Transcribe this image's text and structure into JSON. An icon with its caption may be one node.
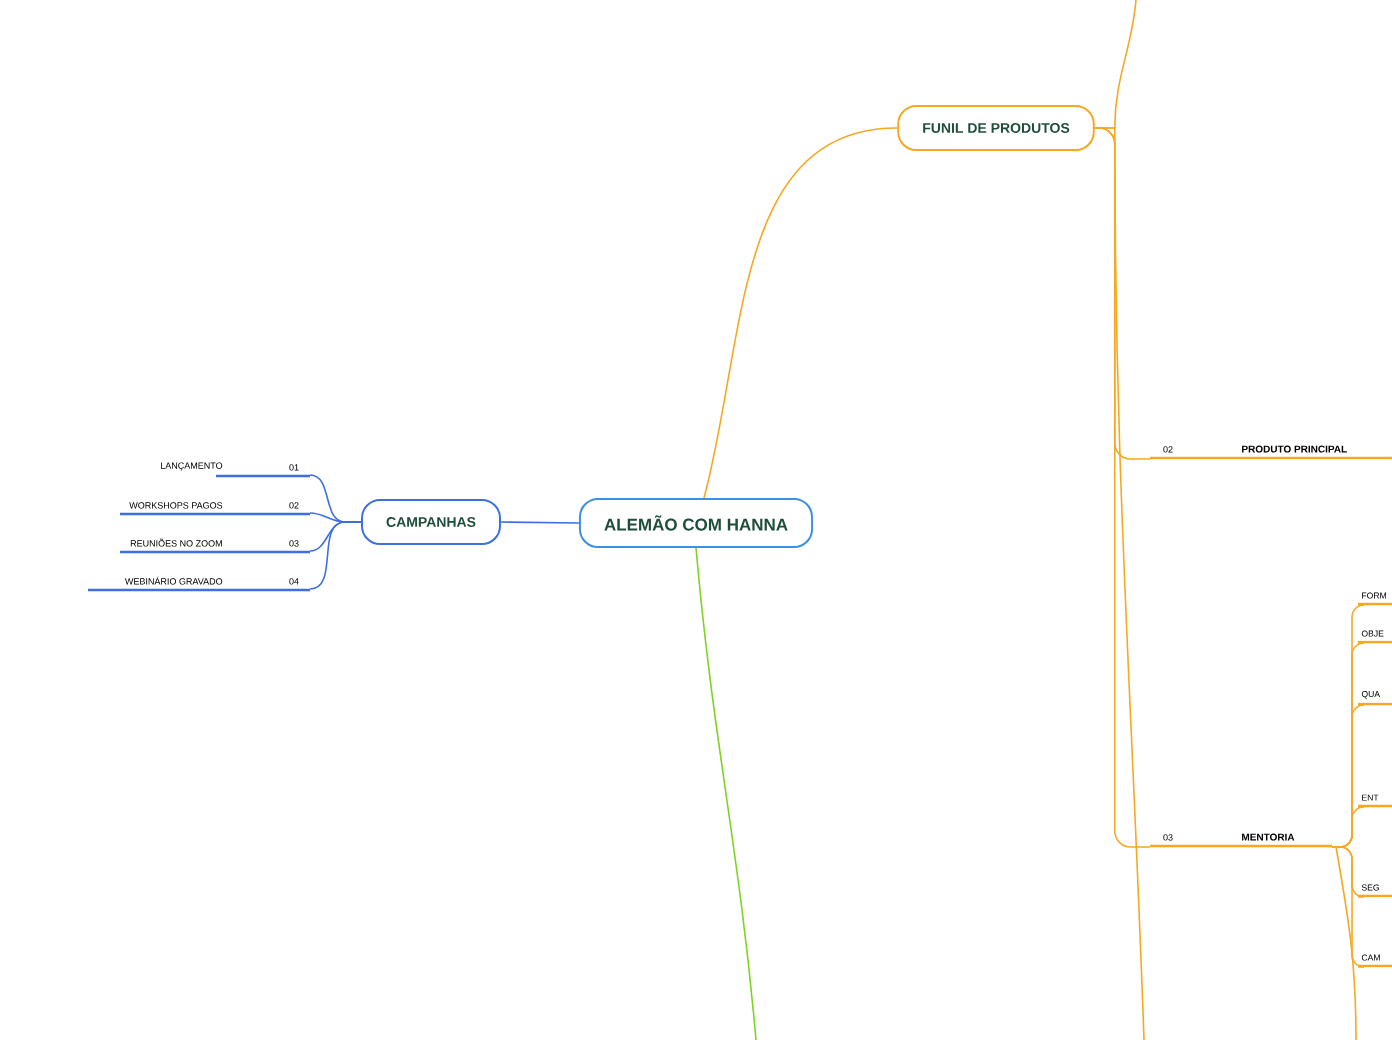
{
  "diagram": {
    "nodes": [
      {
        "text": [
          "ALEMÃO COM HANNA"
        ]
      },
      {
        "text": [
          "CAMPANHAS"
        ]
      },
      {
        "text": [
          "LANÇAMENTO"
        ]
      },
      {
        "text": [
          "WORKSHOPS PAGOS"
        ]
      },
      {
        "text": [
          "REUNIÕES NO ZOOM"
        ]
      },
      {
        "text": [
          "WEBINÁRIO GRAVADO"
        ]
      },
      {
        "text": [
          "FUNIL DE PRODUTOS"
        ]
      },
      {
        "text": [
          "PRODUTO PRINCIPAL"
        ]
      },
      {
        "text": [
          "MENTORIA"
        ]
      },
      {
        "text": [
          "FORM"
        ]
      },
      {
        "text": [
          "OBJE"
        ]
      },
      {
        "text": [
          "QUA"
        ]
      },
      {
        "text": [
          "ENT"
        ]
      },
      {
        "text": [
          "SEG"
        ]
      },
      {
        "text": [
          "CAM"
        ]
      }
    ],
    "edges": [
      {
        "from": 0,
        "to": 1,
        "arrow": "none",
        "color": "#3d6fe0"
      },
      {
        "from": 1,
        "to": 2,
        "arrow": "none",
        "color": "#3d6fe0"
      },
      {
        "from": 1,
        "to": 3,
        "arrow": "none",
        "color": "#3d6fe0"
      },
      {
        "from": 1,
        "to": 4,
        "arrow": "none",
        "color": "#3d6fe0"
      },
      {
        "from": 1,
        "to": 5,
        "arrow": "none",
        "color": "#3d6fe0"
      },
      {
        "from": 0,
        "to": 6,
        "arrow": "none"
      },
      {
        "from": 0,
        "to": null,
        "arrow": "none",
        "color": "#7ed321"
      },
      {
        "from": 6,
        "to": null,
        "arrow": "none"
      },
      {
        "from": 6,
        "to": 7,
        "arrow": "none"
      },
      {
        "from": 6,
        "to": 8,
        "arrow": "none"
      },
      {
        "from": 6,
        "to": null,
        "arrow": "none"
      },
      {
        "from": 8,
        "to": 9,
        "arrow": "none"
      },
      {
        "from": 8,
        "to": 10,
        "arrow": "none"
      },
      {
        "from": 8,
        "to": 11,
        "arrow": "none"
      },
      {
        "from": 8,
        "to": 12,
        "arrow": "none"
      },
      {
        "from": 8,
        "to": 13,
        "arrow": "none"
      },
      {
        "from": 8,
        "to": 14,
        "arrow": "none"
      },
      {
        "from": 8,
        "to": null,
        "arrow": "none"
      }
    ],
    "labels": [
      "01",
      "02",
      "03",
      "04",
      "02",
      "03"
    ]
  }
}
